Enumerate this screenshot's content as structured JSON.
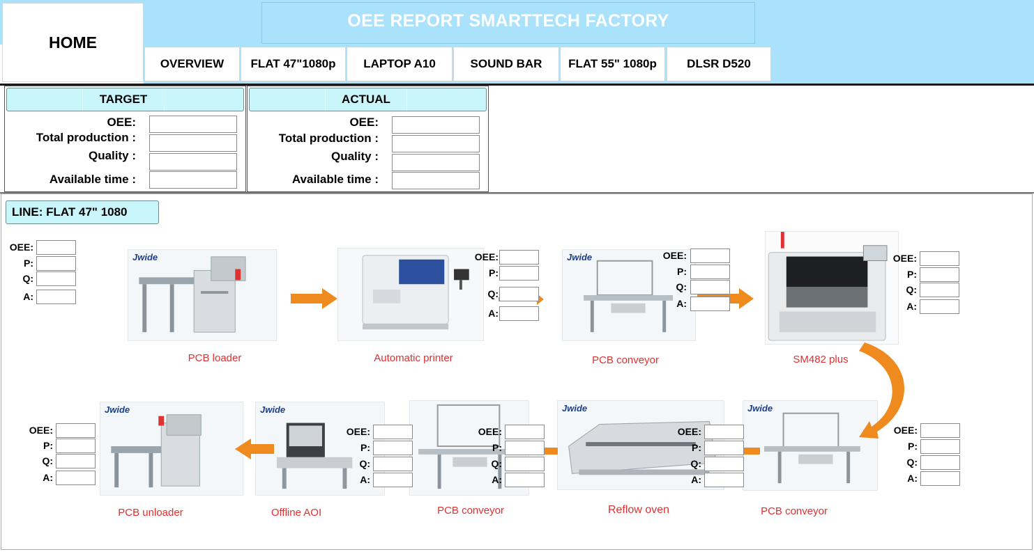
{
  "header": {
    "title": "OEE REPORT SMARTTECH FACTORY",
    "home_label": "HOME"
  },
  "tabs": [
    {
      "label": "OVERVIEW"
    },
    {
      "label": "FLAT 47\"1080p"
    },
    {
      "label": "LAPTOP A10"
    },
    {
      "label": "SOUND BAR"
    },
    {
      "label": "FLAT 55\" 1080p"
    },
    {
      "label": "DLSR D520"
    }
  ],
  "target": {
    "title": "TARGET",
    "labels": {
      "oee": "OEE:",
      "total": "Total  production :",
      "quality": "Quality :",
      "available": "Available time :"
    },
    "values": {
      "oee": "",
      "total": "",
      "quality": "",
      "available": ""
    }
  },
  "actual": {
    "title": "ACTUAL",
    "labels": {
      "oee": "OEE:",
      "total": "Total  production :",
      "quality": "Quality :",
      "available": "Available time :"
    },
    "values": {
      "oee": "",
      "total": "",
      "quality": "",
      "available": ""
    }
  },
  "line": {
    "label": "LINE: FLAT 47\" 1080",
    "brand": "Jwide",
    "metric_labels": {
      "oee": "OEE:",
      "p": "P:",
      "q": "Q:",
      "a": "A:"
    },
    "machines": [
      {
        "name": "PCB loader",
        "icon": "pcb-loader-icon"
      },
      {
        "name": "Automatic printer",
        "icon": "printer-icon"
      },
      {
        "name": "PCB conveyor",
        "icon": "conveyor-icon"
      },
      {
        "name": "SM482 plus",
        "icon": "chip-mounter-icon"
      },
      {
        "name": "PCB conveyor",
        "icon": "conveyor-icon"
      },
      {
        "name": "Reflow oven",
        "icon": "oven-icon"
      },
      {
        "name": "PCB conveyor",
        "icon": "conveyor-icon"
      },
      {
        "name": "Offline AOI",
        "icon": "aoi-icon"
      },
      {
        "name": "PCB unloader",
        "icon": "pcb-unloader-icon"
      }
    ]
  },
  "colors": {
    "header_band": "#a9e2fa",
    "panel_head": "#c9f6fb",
    "arrow": "#ef8a1e",
    "caption": "#e03030"
  }
}
